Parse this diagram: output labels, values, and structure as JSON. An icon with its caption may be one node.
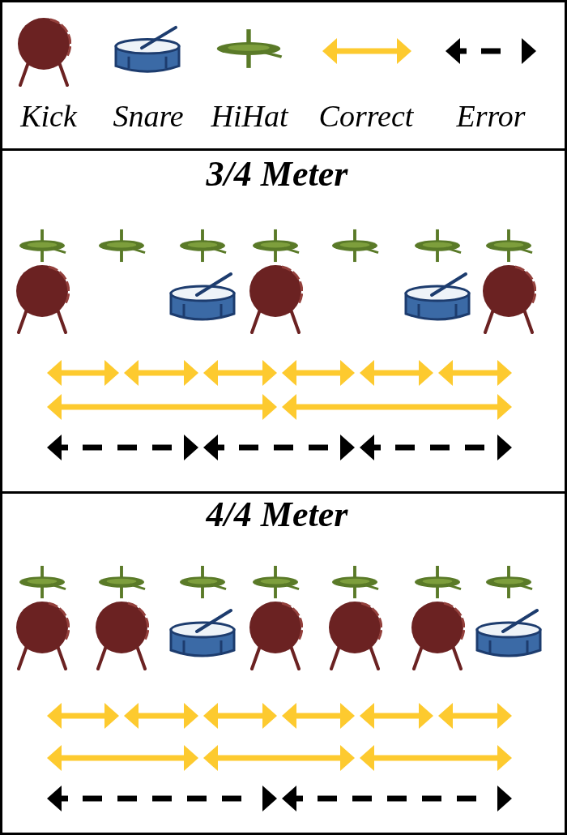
{
  "diagram": {
    "nodes": [
      {
        "text": [
          "3/4 Meter"
        ]
      },
      {
        "text": [
          "4/4 Meter"
        ]
      }
    ],
    "legend": [
      {
        "text": "Kick"
      },
      {
        "text": "Snare"
      },
      {
        "text": "HiHat"
      },
      {
        "text": "Correct"
      },
      {
        "text": "Error"
      }
    ]
  }
}
